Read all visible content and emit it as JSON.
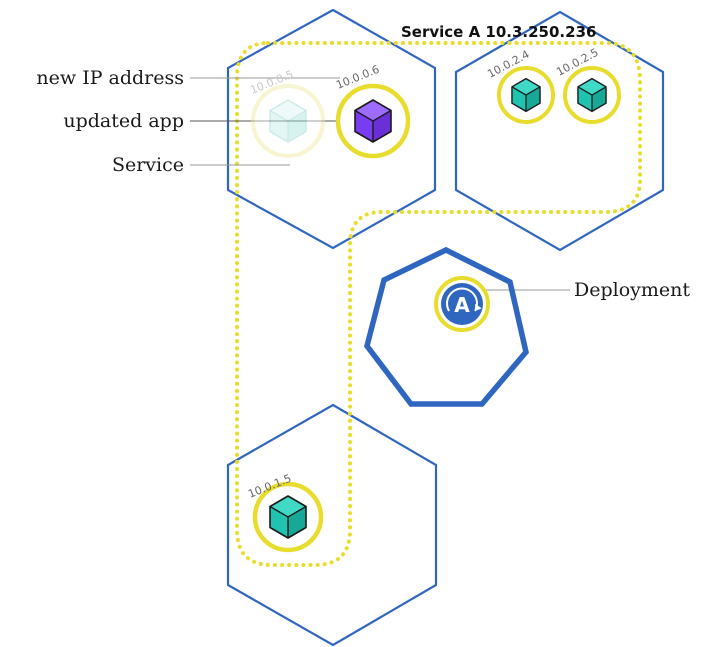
{
  "service": {
    "title": "Service A 10.3.250.236"
  },
  "callouts": {
    "new_ip": "new IP address",
    "updated_app": "updated app",
    "service": "Service",
    "deployment": "Deployment"
  },
  "pods": {
    "old": "10.0.0.5",
    "updated": "10.0.0.6",
    "node2_a": "10.0.2.4",
    "node2_b": "10.0.2.5",
    "node3": "10.0.1.5"
  },
  "deployment_badge": "A",
  "colors": {
    "node_border": "#2f66c0",
    "service_outline": "#e8dc2c",
    "pod_ring": "#e8dc2c",
    "pod_cube": "#1fc3b0",
    "updated_cube": "#7a3cf0",
    "old_cube": "#bfeee8",
    "deployment_badge": "#2f66c0"
  },
  "icons": {
    "pod": "cube-icon",
    "deployment": "deployment-icon"
  }
}
